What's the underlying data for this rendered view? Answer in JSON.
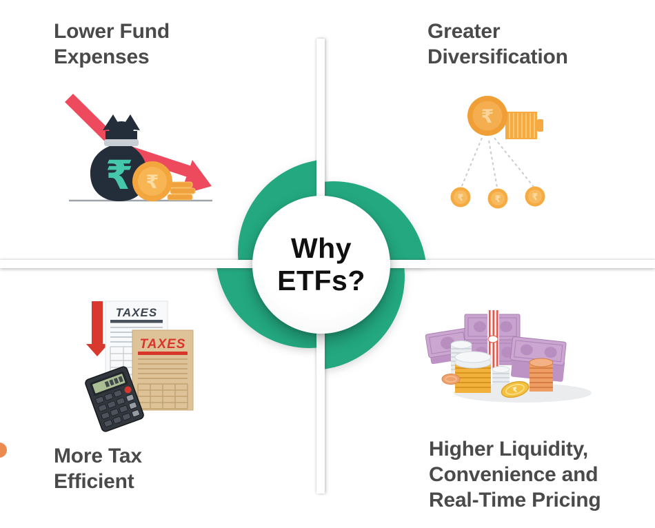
{
  "center": {
    "line1": "Why",
    "line2": "ETFs?"
  },
  "quadrants": {
    "top_left": {
      "lines": [
        "Lower Fund",
        "Expenses"
      ]
    },
    "top_right": {
      "lines": [
        "Greater",
        "Diversification"
      ]
    },
    "bottom_left": {
      "lines": [
        "More Tax",
        "Efficient"
      ]
    },
    "bottom_right": {
      "lines": [
        "Higher Liquidity,",
        "Convenience and",
        "Real-Time Pricing"
      ]
    }
  },
  "glyphs": {
    "rupee": "₹"
  },
  "bottom_left_icon": {
    "white_doc_title": "TAXES",
    "tan_doc_title": "TAXES"
  },
  "icons": {
    "top_left": "money-bag-falling-arrow-icon",
    "top_right": "coin-diversification-icon",
    "bottom_left": "tax-documents-calculator-icon",
    "bottom_right": "cash-and-coin-stacks-icon",
    "center": "pinwheel-circle"
  },
  "colors": {
    "green": "#23a87f",
    "label_gray": "#4a4a4a",
    "title_black": "#101010",
    "arrow_red": "#ee4a5e",
    "tax_red": "#d8362c",
    "bag_navy": "#242d3a",
    "rupee_teal": "#45c7ac",
    "coin_gold": "#f2a63d",
    "note_purple": "#cba6d1",
    "stack_orange": "#ee9d64",
    "stack_silver": "#e9edf0"
  }
}
